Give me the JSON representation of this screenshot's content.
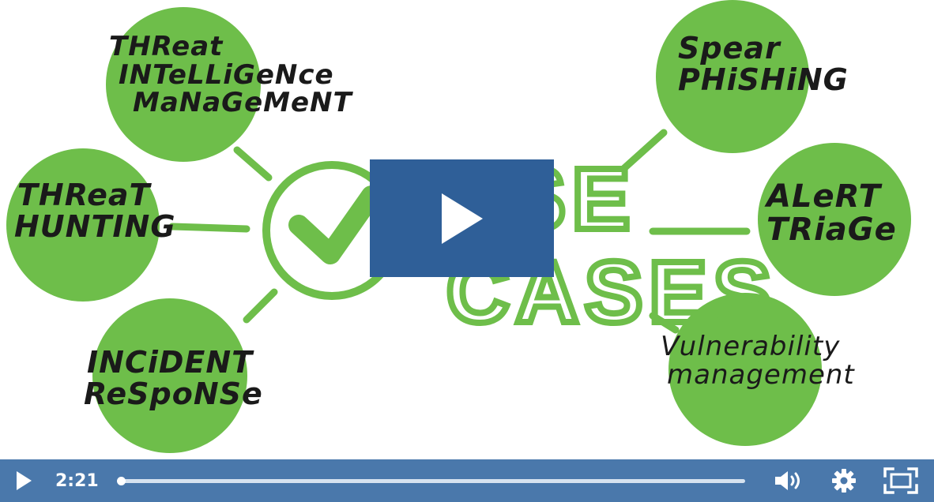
{
  "slide": {
    "center_heading": "USE CASES",
    "nodes": {
      "threat_intel": [
        "THReat",
        "INTeLLiGeNce",
        "MaNaGeMeNT"
      ],
      "threat_hunting": [
        "THReaT",
        "HUNTING"
      ],
      "incident_response": [
        "INCiDENT",
        "ReSpoNSe"
      ],
      "spear_phishing": [
        "Spear",
        "PHiSHiNG"
      ],
      "alert_triage": [
        "ALeRT",
        "TRiaGe"
      ],
      "vuln_mgmt": [
        "Vulnerability",
        "management"
      ]
    },
    "colors": {
      "circle": "#6ebe4a",
      "ink": "#1a1a1a",
      "check": "#6ebe4a"
    }
  },
  "player": {
    "time": "2:21",
    "progress": 0.0,
    "colors": {
      "bar": "#4a78ab",
      "big_play": "#2f5f98"
    },
    "icons": {
      "play": "play-icon",
      "volume": "volume-icon",
      "settings": "gear-icon",
      "fullscreen": "fullscreen-icon"
    }
  }
}
